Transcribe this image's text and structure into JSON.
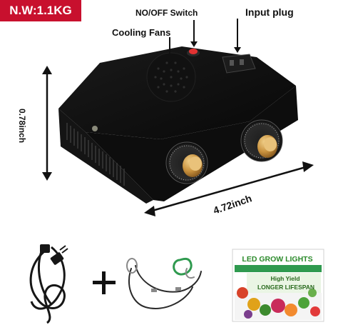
{
  "labels": {
    "weight": "N.W:1.1KG",
    "switch": "NO/OFF Switch",
    "plug": "Input plug",
    "fans": "Cooling Fans",
    "height_dim": "0.78inch",
    "width_dim": "4.72inch"
  },
  "package": {
    "title": "LED GROW LIGHTS",
    "line1": "High Yield",
    "line2": "LONGER LIFESPAN"
  },
  "accessories": {
    "plus": "+"
  },
  "colors": {
    "badge": "#c8102e",
    "device": "#0d0d0d",
    "knob": "#c8913d",
    "package_green": "#2a8a2a"
  }
}
